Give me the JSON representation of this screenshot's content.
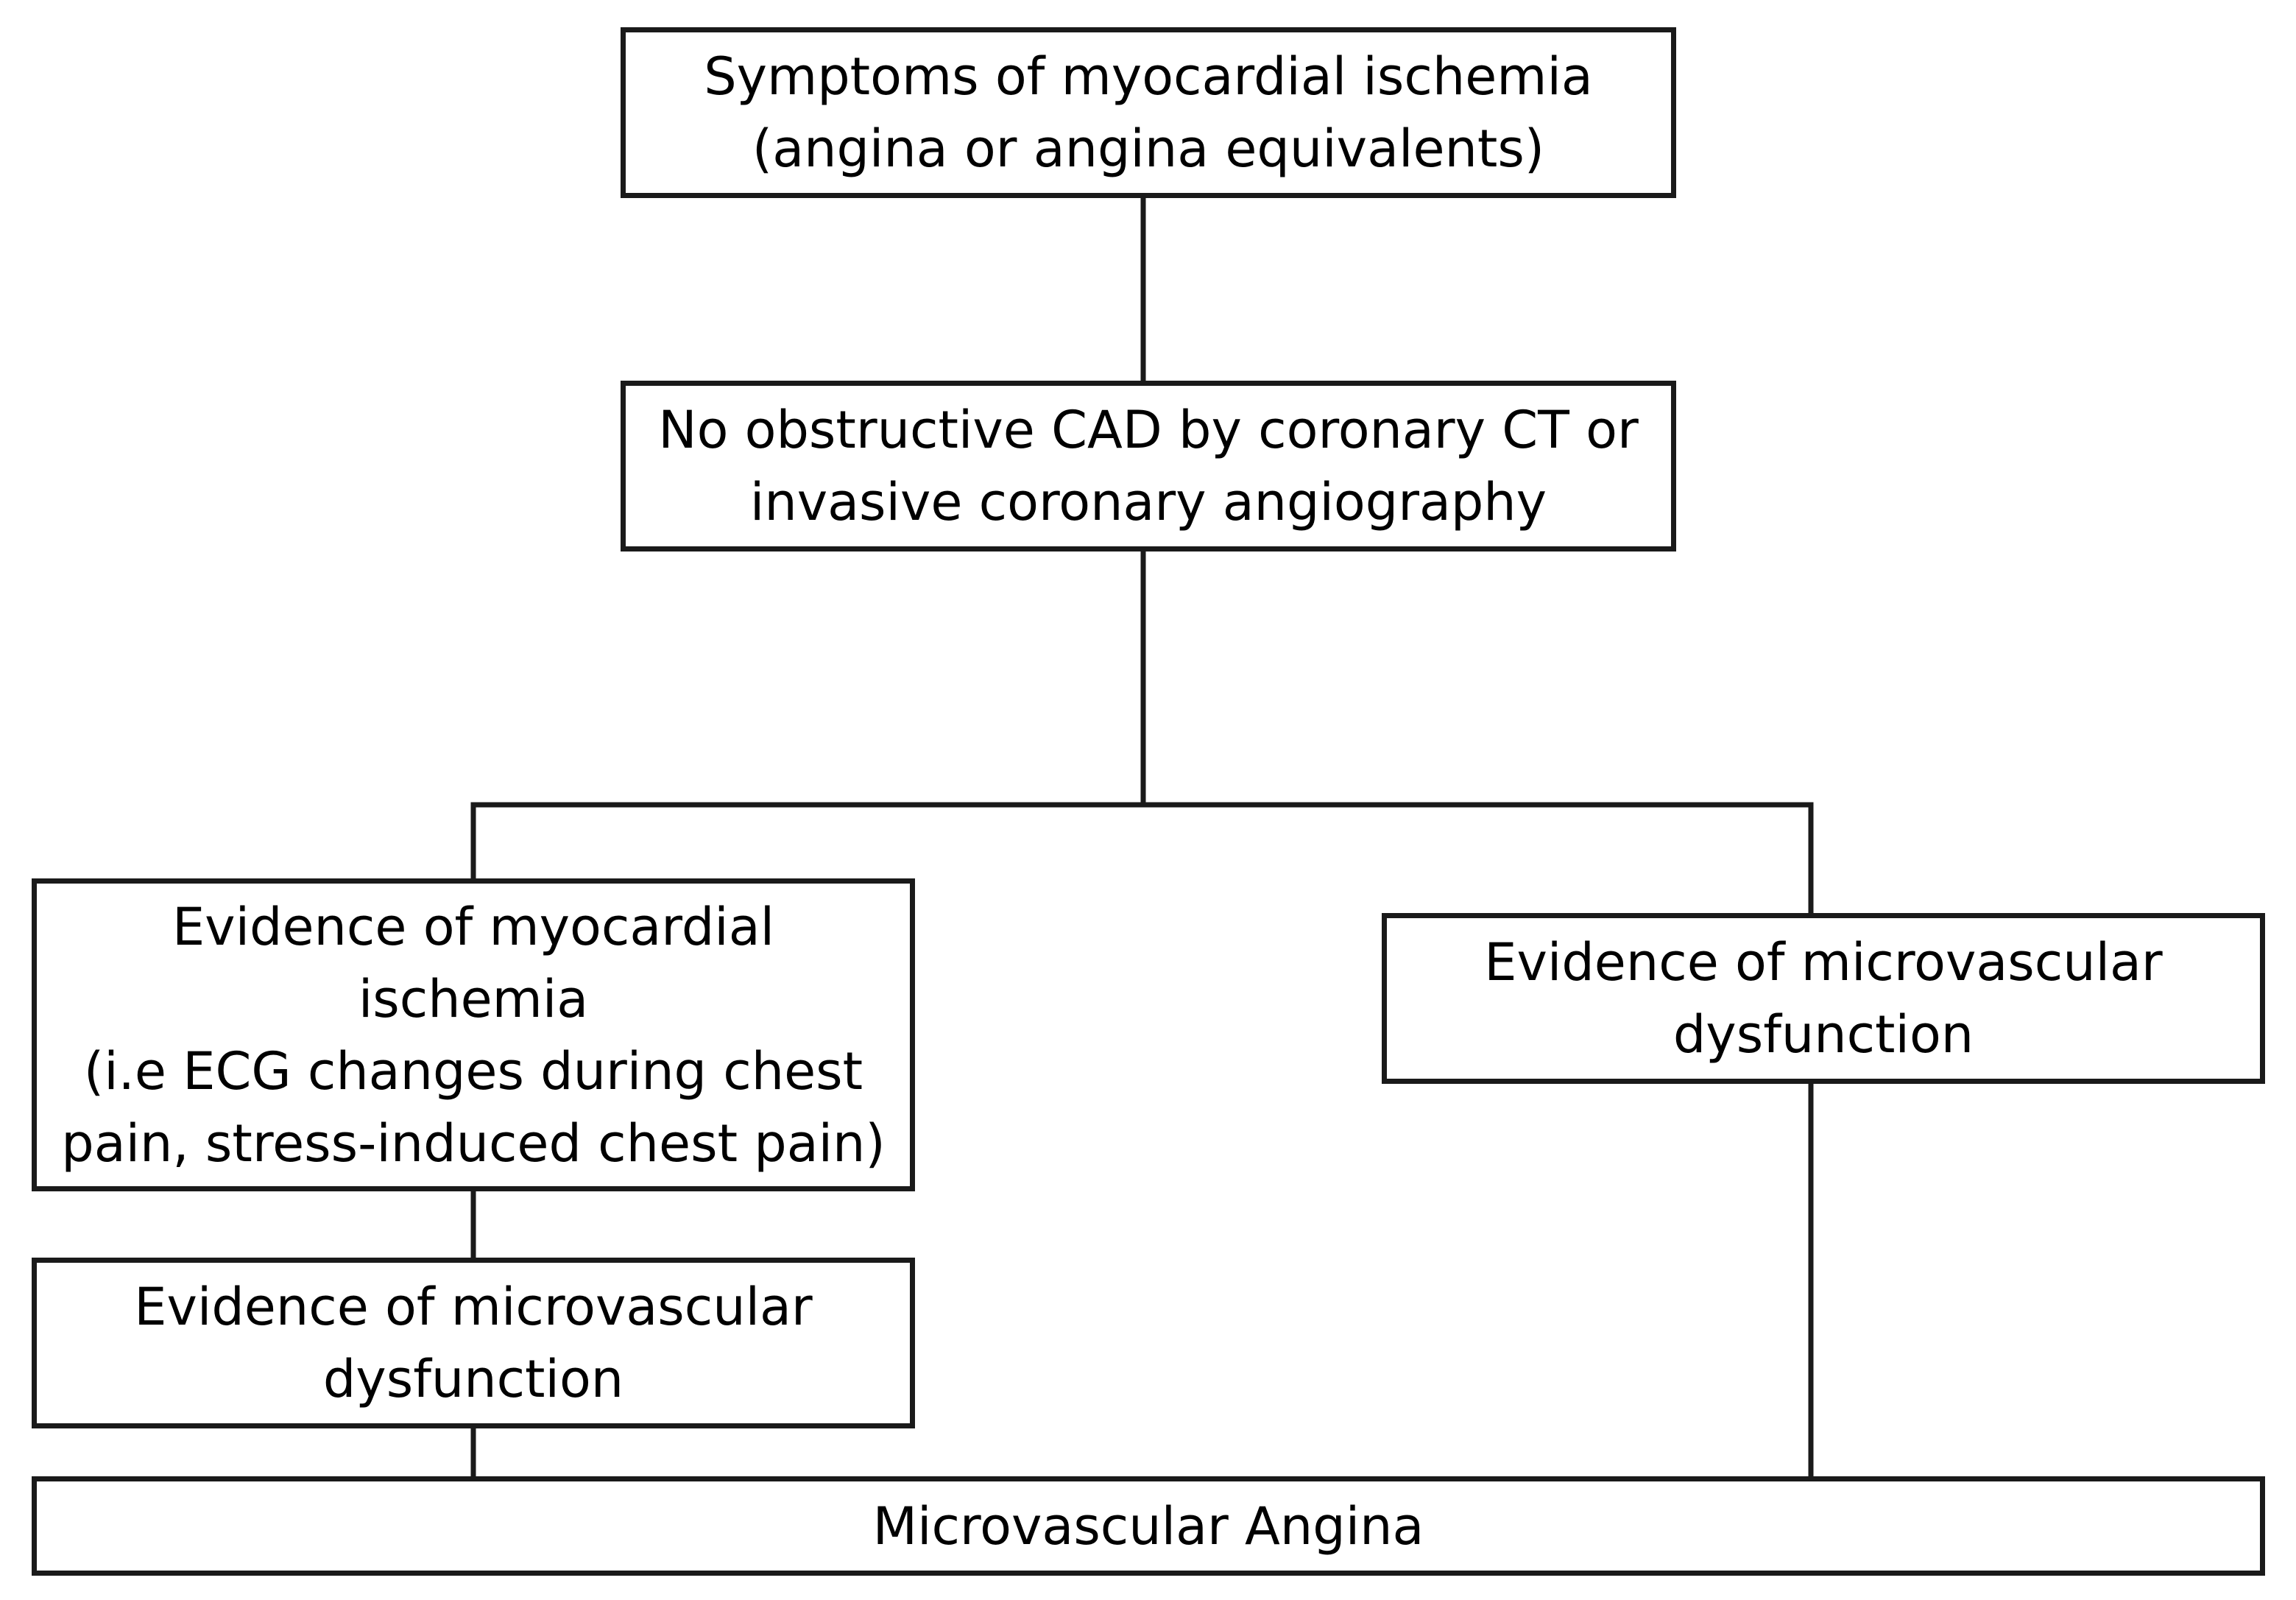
{
  "diagram": {
    "nodes": {
      "symptoms": {
        "lines": [
          "Symptoms of myocardial ischemia",
          "(angina or angina equivalents)"
        ]
      },
      "no_obstructive_cad": {
        "lines": [
          "No obstructive CAD by coronary CT or",
          "invasive coronary angiography"
        ]
      },
      "ischemia_evidence": {
        "lines": [
          "Evidence of myocardial",
          "ischemia",
          "(i.e ECG changes during chest",
          "pain, stress-induced chest pain)"
        ]
      },
      "microvascular_left": {
        "lines": [
          "Evidence of microvascular",
          "dysfunction"
        ]
      },
      "microvascular_right": {
        "lines": [
          "Evidence of microvascular",
          "dysfunction"
        ]
      },
      "outcome": {
        "lines": [
          "Microvascular Angina"
        ]
      }
    },
    "edges": [
      [
        "symptoms",
        "no_obstructive_cad"
      ],
      [
        "no_obstructive_cad",
        "ischemia_evidence"
      ],
      [
        "no_obstructive_cad",
        "microvascular_right"
      ],
      [
        "ischemia_evidence",
        "microvascular_left"
      ],
      [
        "microvascular_left",
        "outcome"
      ],
      [
        "microvascular_right",
        "outcome"
      ]
    ],
    "colors": {
      "line": "#1a1a1a",
      "background": "#ffffff"
    }
  }
}
